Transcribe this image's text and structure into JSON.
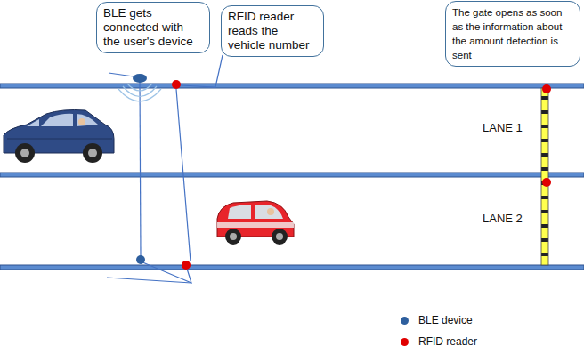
{
  "diagram": {
    "nodes": [
      {
        "text": [
          "BLE gets connected with the user's device"
        ]
      },
      {
        "text": [
          "RFID reader reads the vehicle number"
        ]
      },
      {
        "text": [
          "The gate opens as soon as the information about the amount detection is sent"
        ]
      }
    ],
    "labels": [
      "LANE 1",
      "LANE 2"
    ],
    "legend": [
      {
        "text": "BLE device",
        "color": "#2e5f9e"
      },
      {
        "text": "RFID reader",
        "color": "#e00000"
      }
    ]
  }
}
